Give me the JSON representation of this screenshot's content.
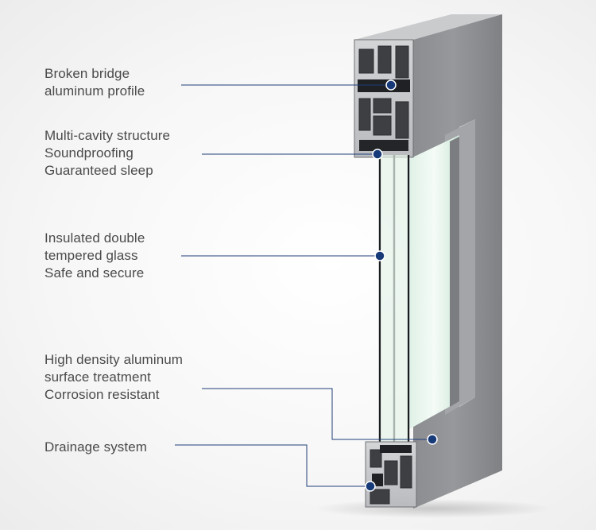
{
  "callouts": [
    {
      "lines": [
        "Broken bridge",
        "aluminum profile"
      ]
    },
    {
      "lines": [
        "Multi-cavity structure",
        "Soundproofing",
        "Guaranteed sleep"
      ]
    },
    {
      "lines": [
        "Insulated double",
        "tempered glass",
        "Safe and secure"
      ]
    },
    {
      "lines": [
        "High density aluminum",
        "surface treatment",
        "Corrosion resistant"
      ]
    },
    {
      "lines": [
        "Drainage system"
      ]
    }
  ],
  "colors": {
    "leader_line": "#1f3f78",
    "marker_fill": "#173a79",
    "marker_stroke": "#ffffff",
    "label_text": "#4a4a4a",
    "frame_front": "#8d8f92",
    "frame_side": "#a8aaad",
    "frame_top": "#c8cacc",
    "glass": "#d8efe0"
  }
}
